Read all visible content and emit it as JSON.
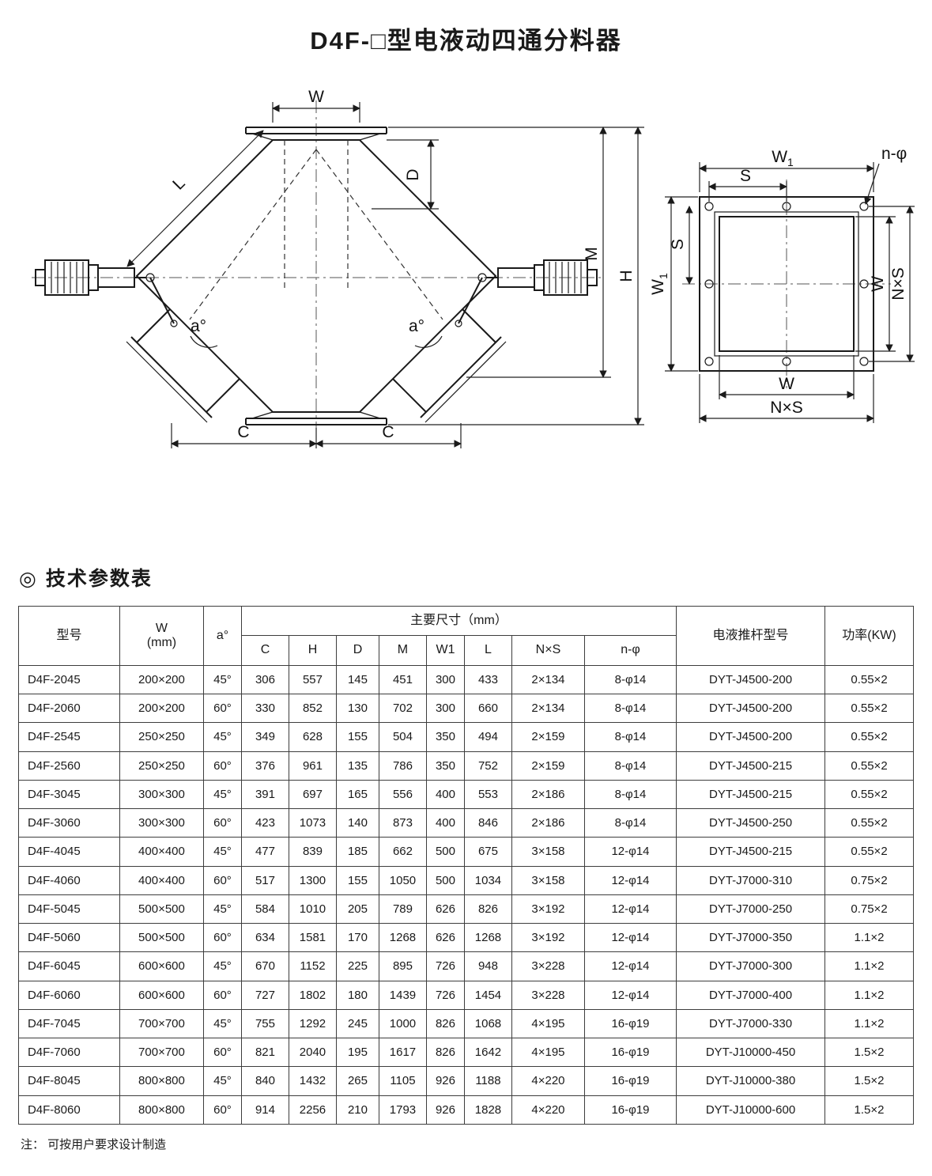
{
  "page": {
    "title": "D4F-□型电液动四通分料器",
    "section_marker": "◎",
    "section_heading": "技术参数表",
    "note": "注： 可按用户要求设计制造"
  },
  "diagram": {
    "side_view": {
      "w": "W",
      "d": "D",
      "l": "L",
      "m": "M",
      "h": "H",
      "c_left": "C",
      "c_right": "C",
      "angle_left": "a°",
      "angle_right": "a°"
    },
    "flange_view": {
      "w1_base": "W",
      "w1_sub": "1",
      "s_top": "S",
      "n_phi": "n-φ",
      "s_left": "S",
      "w_right": "W",
      "ns_right": "N×S",
      "w_bottom": "W",
      "ns_bottom": "N×S"
    }
  },
  "table": {
    "col_model": "型号",
    "col_w_line1": "W",
    "col_w_line2": "(mm)",
    "col_angle": "a°",
    "col_main_dims": "主要尺寸（mm）",
    "sub_cols": [
      "C",
      "H",
      "D",
      "M",
      "W1",
      "L",
      "N×S",
      "n-φ"
    ],
    "col_actuator": "电液推杆型号",
    "col_power": "功率(KW)",
    "rows": [
      [
        "D4F-2045",
        "200×200",
        "45°",
        "306",
        "557",
        "145",
        "451",
        "300",
        "433",
        "2×134",
        "8-φ14",
        "DYT-J4500-200",
        "0.55×2"
      ],
      [
        "D4F-2060",
        "200×200",
        "60°",
        "330",
        "852",
        "130",
        "702",
        "300",
        "660",
        "2×134",
        "8-φ14",
        "DYT-J4500-200",
        "0.55×2"
      ],
      [
        "D4F-2545",
        "250×250",
        "45°",
        "349",
        "628",
        "155",
        "504",
        "350",
        "494",
        "2×159",
        "8-φ14",
        "DYT-J4500-200",
        "0.55×2"
      ],
      [
        "D4F-2560",
        "250×250",
        "60°",
        "376",
        "961",
        "135",
        "786",
        "350",
        "752",
        "2×159",
        "8-φ14",
        "DYT-J4500-215",
        "0.55×2"
      ],
      [
        "D4F-3045",
        "300×300",
        "45°",
        "391",
        "697",
        "165",
        "556",
        "400",
        "553",
        "2×186",
        "8-φ14",
        "DYT-J4500-215",
        "0.55×2"
      ],
      [
        "D4F-3060",
        "300×300",
        "60°",
        "423",
        "1073",
        "140",
        "873",
        "400",
        "846",
        "2×186",
        "8-φ14",
        "DYT-J4500-250",
        "0.55×2"
      ],
      [
        "D4F-4045",
        "400×400",
        "45°",
        "477",
        "839",
        "185",
        "662",
        "500",
        "675",
        "3×158",
        "12-φ14",
        "DYT-J4500-215",
        "0.55×2"
      ],
      [
        "D4F-4060",
        "400×400",
        "60°",
        "517",
        "1300",
        "155",
        "1050",
        "500",
        "1034",
        "3×158",
        "12-φ14",
        "DYT-J7000-310",
        "0.75×2"
      ],
      [
        "D4F-5045",
        "500×500",
        "45°",
        "584",
        "1010",
        "205",
        "789",
        "626",
        "826",
        "3×192",
        "12-φ14",
        "DYT-J7000-250",
        "0.75×2"
      ],
      [
        "D4F-5060",
        "500×500",
        "60°",
        "634",
        "1581",
        "170",
        "1268",
        "626",
        "1268",
        "3×192",
        "12-φ14",
        "DYT-J7000-350",
        "1.1×2"
      ],
      [
        "D4F-6045",
        "600×600",
        "45°",
        "670",
        "1152",
        "225",
        "895",
        "726",
        "948",
        "3×228",
        "12-φ14",
        "DYT-J7000-300",
        "1.1×2"
      ],
      [
        "D4F-6060",
        "600×600",
        "60°",
        "727",
        "1802",
        "180",
        "1439",
        "726",
        "1454",
        "3×228",
        "12-φ14",
        "DYT-J7000-400",
        "1.1×2"
      ],
      [
        "D4F-7045",
        "700×700",
        "45°",
        "755",
        "1292",
        "245",
        "1000",
        "826",
        "1068",
        "4×195",
        "16-φ19",
        "DYT-J7000-330",
        "1.1×2"
      ],
      [
        "D4F-7060",
        "700×700",
        "60°",
        "821",
        "2040",
        "195",
        "1617",
        "826",
        "1642",
        "4×195",
        "16-φ19",
        "DYT-J10000-450",
        "1.5×2"
      ],
      [
        "D4F-8045",
        "800×800",
        "45°",
        "840",
        "1432",
        "265",
        "1105",
        "926",
        "1188",
        "4×220",
        "16-φ19",
        "DYT-J10000-380",
        "1.5×2"
      ],
      [
        "D4F-8060",
        "800×800",
        "60°",
        "914",
        "2256",
        "210",
        "1793",
        "926",
        "1828",
        "4×220",
        "16-φ19",
        "DYT-J10000-600",
        "1.5×2"
      ]
    ]
  }
}
